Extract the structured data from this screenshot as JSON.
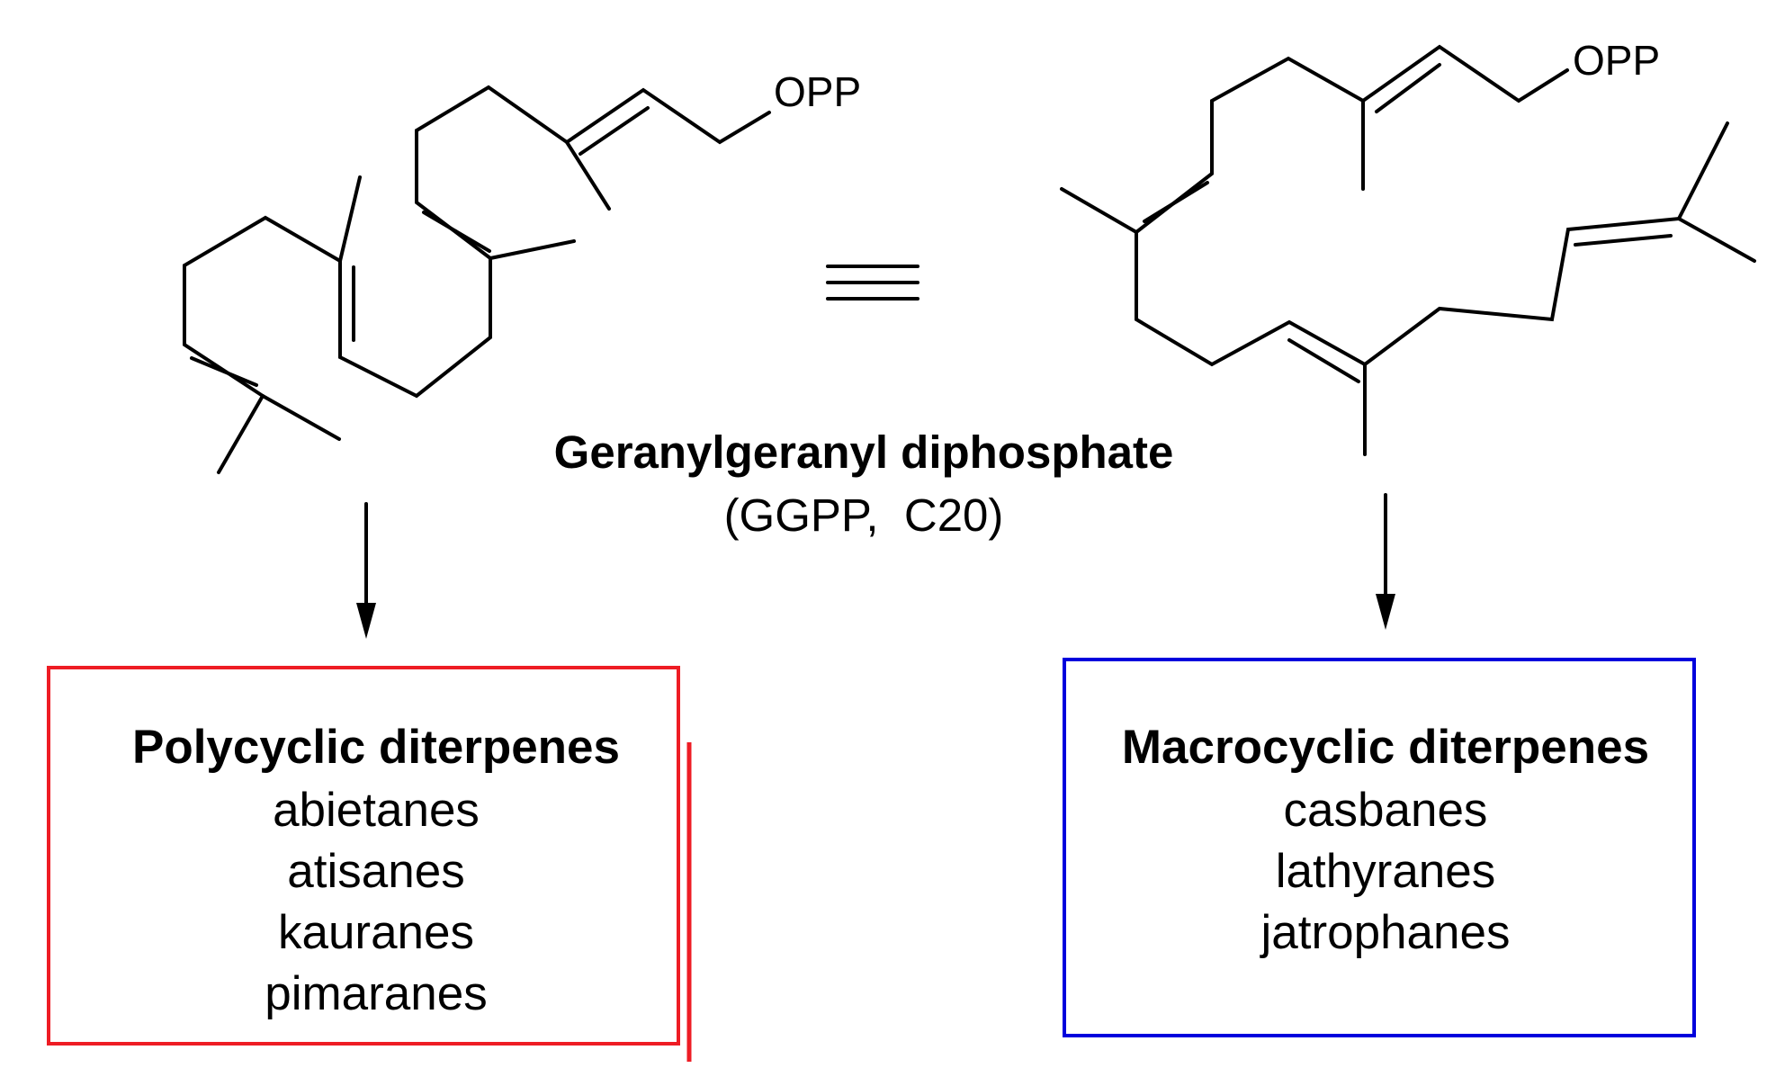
{
  "ggpp": {
    "name": "Geranylgeranyl diphosphate",
    "abbreviation": "(GGPP,  C20)",
    "leaving_group_left": "OPP",
    "leaving_group_right": "OPP"
  },
  "polycyclic": {
    "heading": "Polycyclic diterpenes",
    "classes": [
      "abietanes",
      "atisanes",
      "kauranes",
      "pimaranes"
    ],
    "color": "#ee1c24"
  },
  "macrocyclic": {
    "heading": "Macrocyclic diterpenes",
    "classes": [
      "casbanes",
      "lathyranes",
      "jatrophanes"
    ],
    "color": "#0000dd"
  }
}
